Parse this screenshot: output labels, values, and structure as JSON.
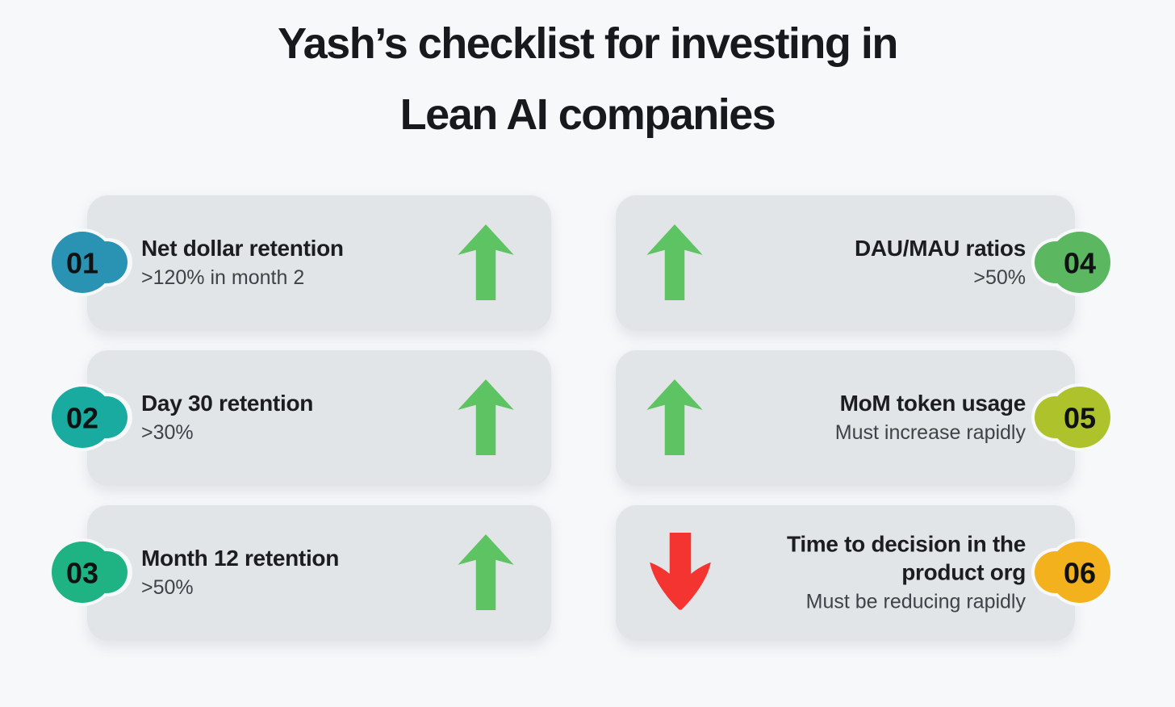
{
  "page": {
    "background_color": "#f7f8fa",
    "title_line1": "Yash’s checklist for investing in",
    "title_line2": "Lean AI companies",
    "title_color": "#17191c"
  },
  "card_style": {
    "background_color": "#e2e5e7",
    "title_color": "#1b1d20",
    "subtitle_color": "#3e4347",
    "number_color": "#0f1113",
    "halo_color": "#f7f8fa"
  },
  "arrow_colors": {
    "up": "#5dc363",
    "down": "#f43430"
  },
  "cards": [
    {
      "number": "01",
      "title": "Net dollar retention",
      "subtitle": ">120% in month 2",
      "badge_color": "#2a93b4",
      "arrow": "up",
      "side": "left",
      "arrow_icon": "up-arrow-icon"
    },
    {
      "number": "02",
      "title": "Day 30 retention",
      "subtitle": ">30%",
      "badge_color": "#19aaa0",
      "arrow": "up",
      "side": "left",
      "arrow_icon": "up-arrow-icon"
    },
    {
      "number": "03",
      "title": "Month 12 retention",
      "subtitle": ">50%",
      "badge_color": "#1fb383",
      "arrow": "up",
      "side": "left",
      "arrow_icon": "up-arrow-icon"
    },
    {
      "number": "04",
      "title": "DAU/MAU ratios",
      "subtitle": ">50%",
      "badge_color": "#5cb761",
      "arrow": "up",
      "side": "right",
      "arrow_icon": "up-arrow-icon"
    },
    {
      "number": "05",
      "title": "MoM token usage",
      "subtitle": "Must increase rapidly",
      "badge_color": "#aec22b",
      "arrow": "up",
      "side": "right",
      "arrow_icon": "up-arrow-icon"
    },
    {
      "number": "06",
      "title": "Time to decision in the product org",
      "subtitle": "Must be reducing rapidly",
      "badge_color": "#f2b11d",
      "arrow": "down",
      "side": "right",
      "arrow_icon": "down-arrow-icon"
    }
  ]
}
